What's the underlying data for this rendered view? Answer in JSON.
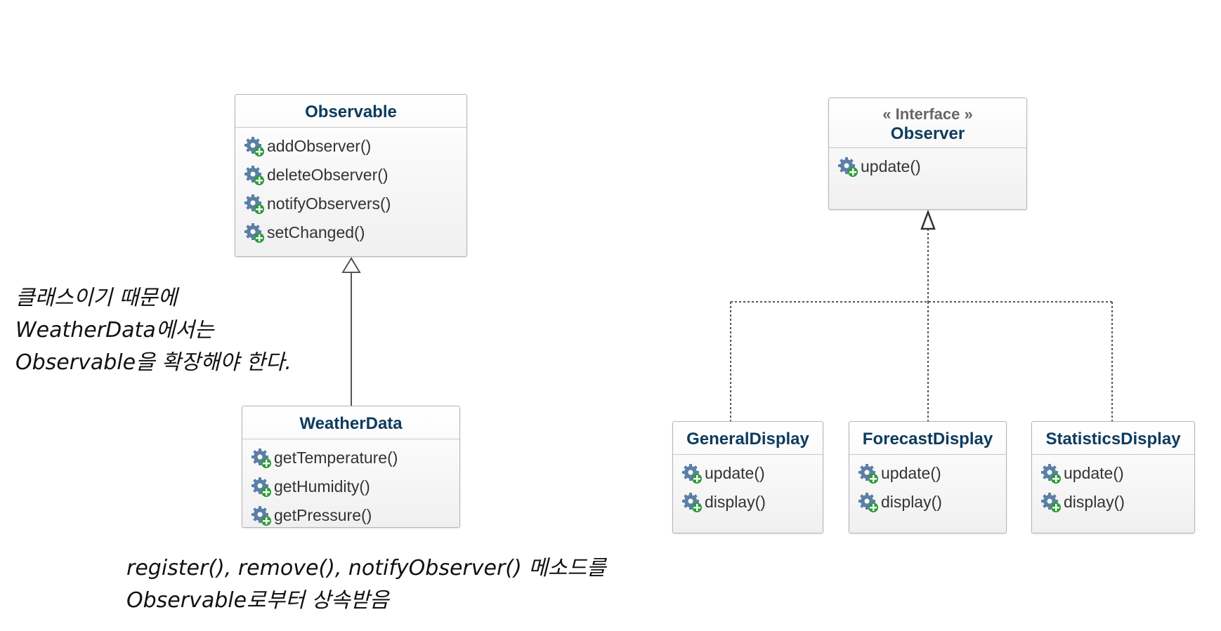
{
  "classes": {
    "observable": {
      "name": "Observable",
      "methods": [
        "addObserver()",
        "deleteObserver()",
        "notifyObservers()",
        "setChanged()"
      ]
    },
    "weather_data": {
      "name": "WeatherData",
      "methods": [
        "getTemperature()",
        "getHumidity()",
        "getPressure()"
      ]
    },
    "observer": {
      "stereotype": "« Interface »",
      "name": "Observer",
      "methods": [
        "update()"
      ]
    },
    "general_display": {
      "name": "GeneralDisplay",
      "methods": [
        "update()",
        "display()"
      ]
    },
    "forecast_display": {
      "name": "ForecastDisplay",
      "methods": [
        "update()",
        "display()"
      ]
    },
    "statistics_display": {
      "name": "StatisticsDisplay",
      "methods": [
        "update()",
        "display()"
      ]
    }
  },
  "notes": {
    "left_note": [
      "클래스이기 때문에",
      "WeatherData에서는",
      "Observable을 확장해야 한다."
    ],
    "bottom_note": [
      "register(), remove(), notifyObserver() 메소드를",
      "Observable로부터 상속받음"
    ]
  },
  "icons": {
    "method_icon": "gear-plus-icon"
  },
  "colors": {
    "class_name": "#0d3b5e",
    "stereotype": "#666666",
    "method_text": "#333333",
    "gear": "#5b7fa6",
    "plus": "#2e9b3a"
  }
}
